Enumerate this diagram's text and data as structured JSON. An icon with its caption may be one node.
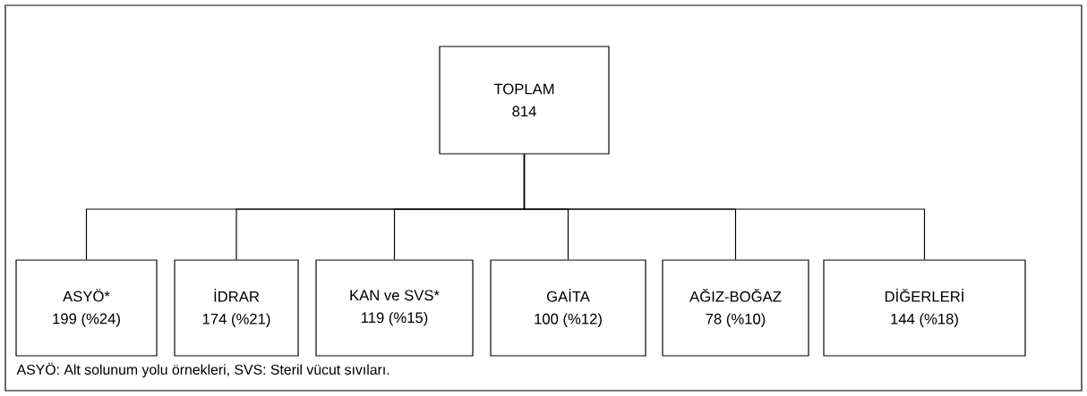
{
  "diagram": {
    "nodes": [
      {
        "text": [
          "TOPLAM",
          "814"
        ]
      },
      {
        "text": [
          "ASYÖ*",
          "199 (%24)"
        ]
      },
      {
        "text": [
          "İDRAR",
          "174 (%21)"
        ]
      },
      {
        "text": [
          "KAN ve SVS*",
          "119 (%15)"
        ]
      },
      {
        "text": [
          "GAİTA",
          "100 (%12)"
        ]
      },
      {
        "text": [
          "AĞIZ-BOĞAZ",
          "78 (%10)"
        ]
      },
      {
        "text": [
          "DİĞERLERİ",
          "144 (%18)"
        ]
      }
    ],
    "edges": [
      {
        "from": 0,
        "to": 1,
        "arrow": "none"
      },
      {
        "from": 0,
        "to": 2,
        "arrow": "none"
      },
      {
        "from": 0,
        "to": 3,
        "arrow": "none"
      },
      {
        "from": 0,
        "to": 4,
        "arrow": "none"
      },
      {
        "from": 0,
        "to": 5,
        "arrow": "none"
      },
      {
        "from": 0,
        "to": 6,
        "arrow": "none"
      }
    ],
    "labels": [
      "ASYÖ: Alt solunum yolu örnekleri, SVS: Steril vücut sıvıları."
    ]
  }
}
